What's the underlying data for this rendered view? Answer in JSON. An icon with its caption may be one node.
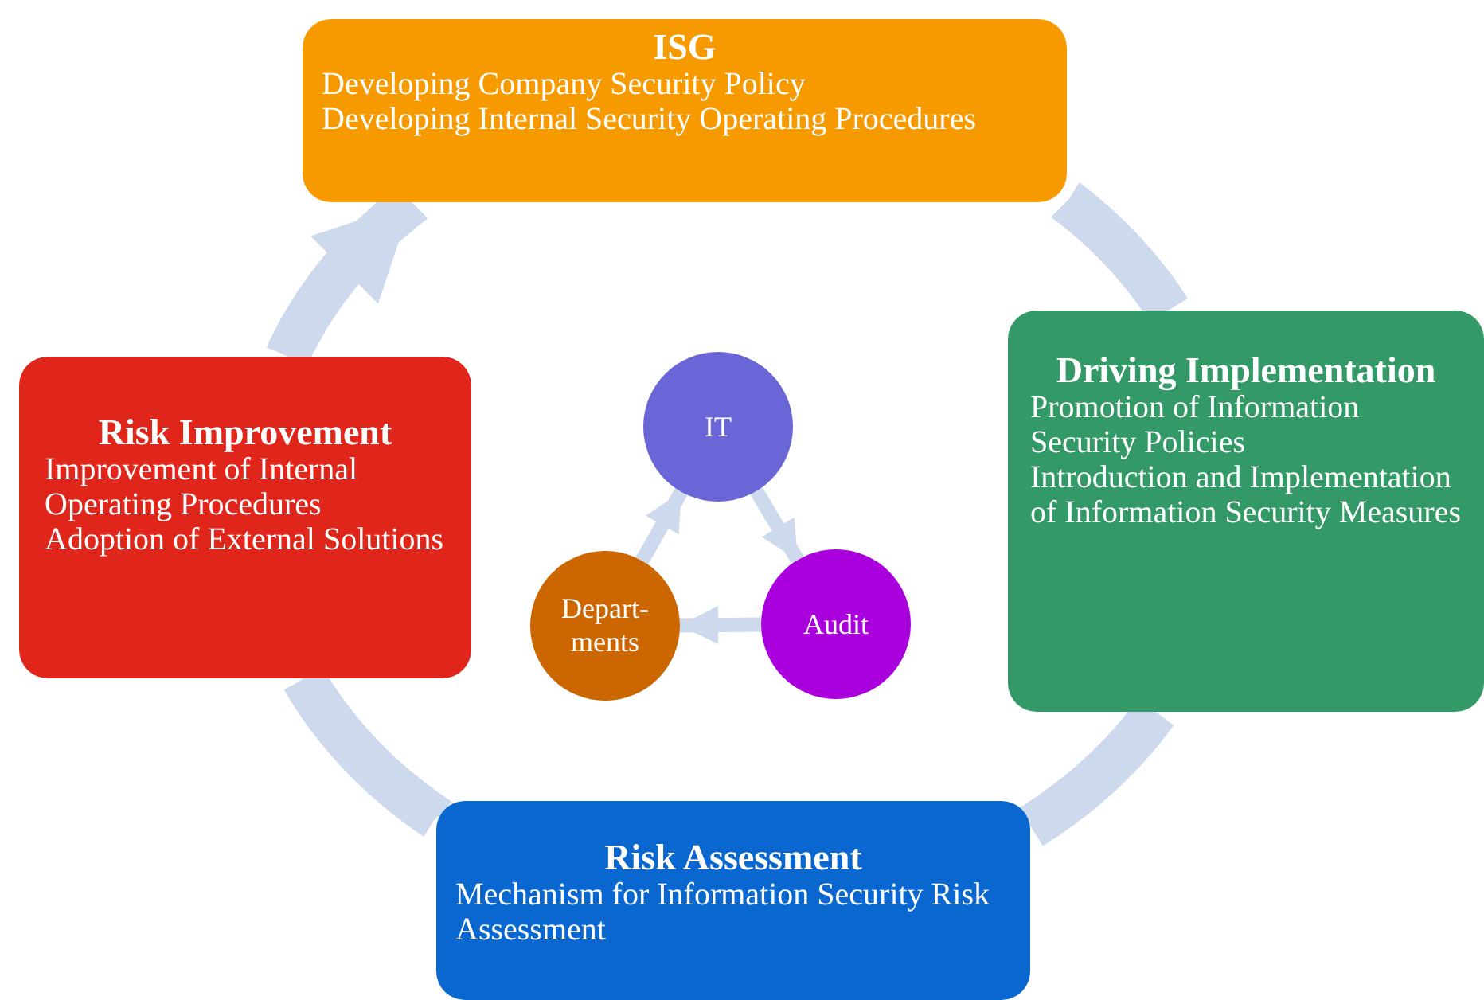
{
  "diagram": {
    "nodes": [
      {
        "text": [
          "ISG",
          "Developing Company Security Policy",
          "Developing Internal Security Operating Procedures"
        ]
      },
      {
        "text": [
          "Driving Implementation",
          "Promotion of Information Security Policies",
          "Introduction and Implementation of Information Security Measures"
        ]
      },
      {
        "text": [
          "Risk Assessment",
          "Mechanism for Information Security Risk Assessment"
        ]
      },
      {
        "text": [
          "Risk Improvement",
          "Improvement of Internal Operating Procedures",
          "Adoption of External Solutions"
        ]
      },
      {
        "text": [
          "IT"
        ]
      },
      {
        "text": [
          "Audit"
        ]
      },
      {
        "text": [
          "Depart-ments"
        ]
      }
    ],
    "edges": [
      {
        "from": 0,
        "to": 1,
        "arrow": "none"
      },
      {
        "from": 1,
        "to": 2,
        "arrow": "none"
      },
      {
        "from": 2,
        "to": 3,
        "arrow": "none"
      },
      {
        "from": 3,
        "to": 0,
        "arrow": "to"
      },
      {
        "from": 4,
        "to": 5,
        "arrow": "to"
      },
      {
        "from": 5,
        "to": 6,
        "arrow": "to"
      },
      {
        "from": 6,
        "to": 4,
        "arrow": "to"
      }
    ]
  }
}
